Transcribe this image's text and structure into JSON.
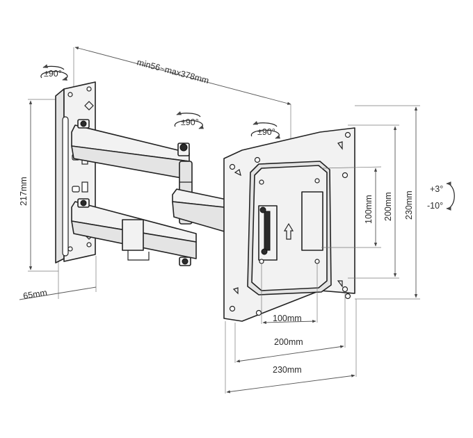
{
  "labels": {
    "reach": "min56~max378mm",
    "height": "217mm",
    "depth": "65mm",
    "vesa_small": "100mm",
    "vesa_mid_h": "200mm",
    "vesa_big_h": "230mm",
    "vesa_small_v": "100mm",
    "vesa_mid_v": "200mm",
    "vesa_big_v": "230mm",
    "tilt_up": "+3°",
    "tilt_down": "-10°",
    "swivel_wall": "±90°",
    "swivel_arm": "±90°",
    "swivel_plate": "±90°"
  },
  "icons": [
    "rotate-arrow-icon",
    "tilt-arrow-icon",
    "up-arrow-icon"
  ],
  "colors": {
    "ink": "#222222",
    "fill": "#f2f2f2",
    "dark": "#2b2b2b"
  }
}
